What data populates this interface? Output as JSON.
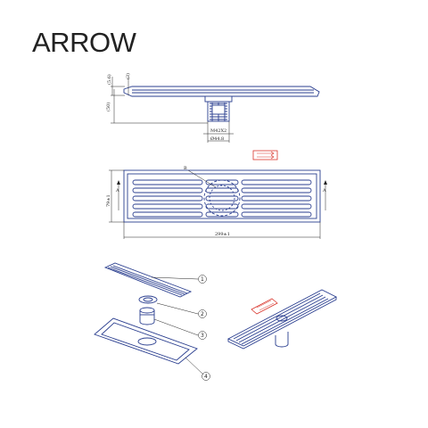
{
  "brand": "ARROW",
  "side_view": {
    "dim_top1": "(5.6)",
    "dim_top2": "(3)",
    "dim_height": "(50)",
    "thread": "M42X2",
    "diameter": "Ø44.8"
  },
  "top_view": {
    "callout_b": "B",
    "height": "79±1",
    "width": "299±1",
    "section_left": "A",
    "section_right": "A"
  },
  "parts": {
    "labels": [
      "1",
      "2",
      "3",
      "4"
    ]
  },
  "colors": {
    "line": "#2a3e8f",
    "accent_red": "#d9342b"
  }
}
